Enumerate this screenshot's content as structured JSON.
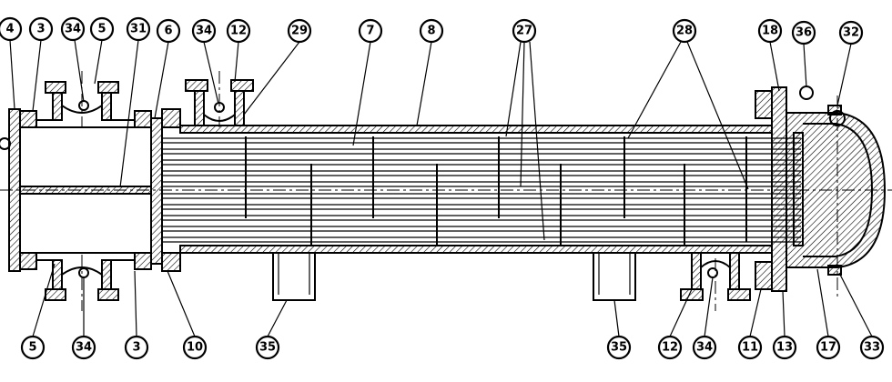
{
  "diagram": {
    "callouts": {
      "c4": "4",
      "c3_top": "3",
      "c34_top_left": "34",
      "c5_top": "5",
      "c31": "31",
      "c6": "6",
      "c34_top_mid": "34",
      "c12_top": "12",
      "c29": "29",
      "c7": "7",
      "c8": "8",
      "c27": "27",
      "c28": "28",
      "c18": "18",
      "c36": "36",
      "c32": "32",
      "c5_bottom": "5",
      "c34_bottom_left": "34",
      "c3_bottom": "3",
      "c10": "10",
      "c35_left": "35",
      "c35_right": "35",
      "c12_bottom": "12",
      "c34_bottom_right": "34",
      "c11": "11",
      "c13": "13",
      "c17": "17",
      "c33": "33"
    }
  }
}
